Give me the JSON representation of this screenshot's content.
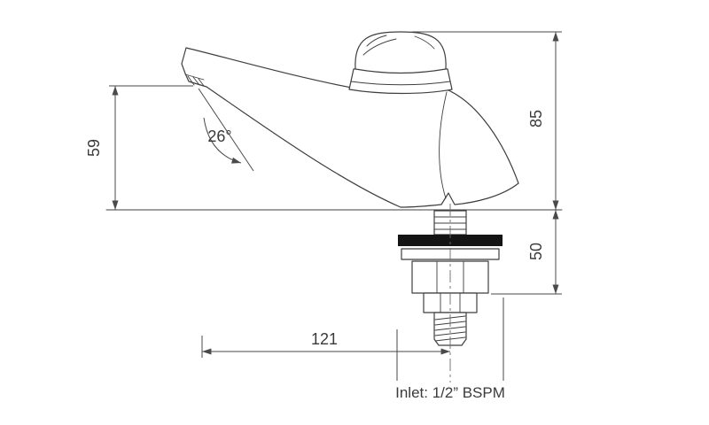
{
  "drawing": {
    "dimensions": {
      "spout_height": "59",
      "spout_angle": "26°",
      "body_height": "85",
      "shank_length": "50",
      "spout_reach": "121"
    },
    "labels": {
      "inlet": "Inlet: 1/2” BSPM"
    },
    "colors": {
      "line": "#3f3f3f",
      "dim": "#4a4a4a",
      "gasket": "#141414",
      "background": "#ffffff"
    }
  }
}
